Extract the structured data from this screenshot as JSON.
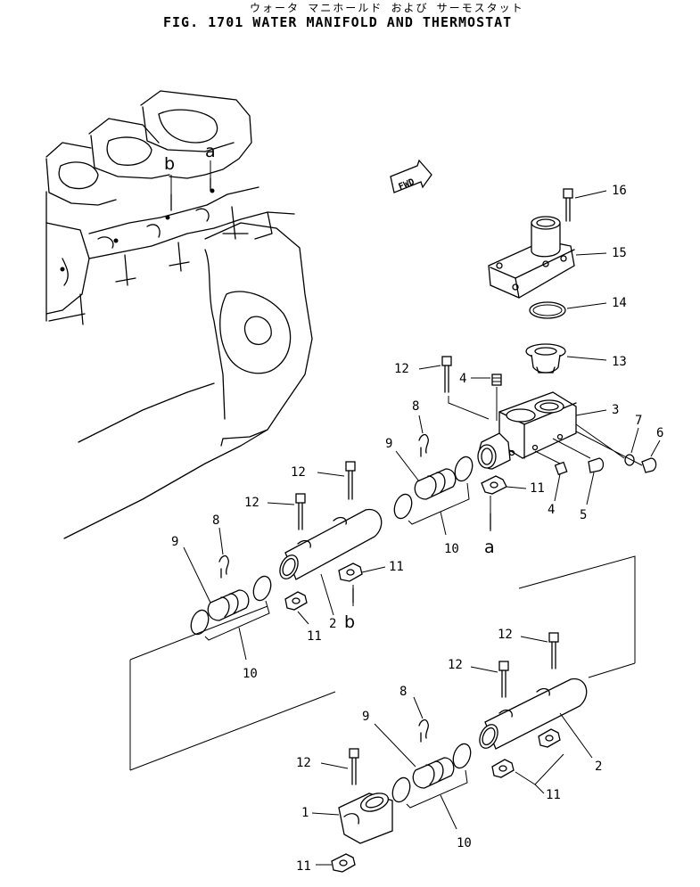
{
  "title_jp": "ウォータ マニホールド および サーモスタット",
  "title_en": "FIG. 1701  WATER MANIFOLD AND THERMOSTAT",
  "fwd_label": "FWD",
  "refs": {
    "a": "a",
    "b": "b"
  },
  "callouts": {
    "c16": "16",
    "c15": "15",
    "c14": "14",
    "c13": "13",
    "c12_top": "12",
    "c4_top": "4",
    "c3": "3",
    "c7": "7",
    "c6": "6",
    "c8_top": "8",
    "c9_top": "9",
    "c11_top": "11",
    "c4_bottom": "4",
    "c5": "5",
    "c10_top": "10",
    "c12_mid_a": "12",
    "c12_mid_b": "12",
    "c8_mid": "8",
    "c9_mid": "9",
    "c11_mid_a": "11",
    "c2_mid": "2",
    "c11_mid_b": "11",
    "c10_mid": "10",
    "c12_low_a": "12",
    "c12_low_b": "12",
    "c8_low": "8",
    "c9_low": "9",
    "c2_low": "2",
    "c12_low_c": "12",
    "c1": "1",
    "c11_low_a": "11",
    "c10_low": "10",
    "c11_low_b": "11"
  }
}
